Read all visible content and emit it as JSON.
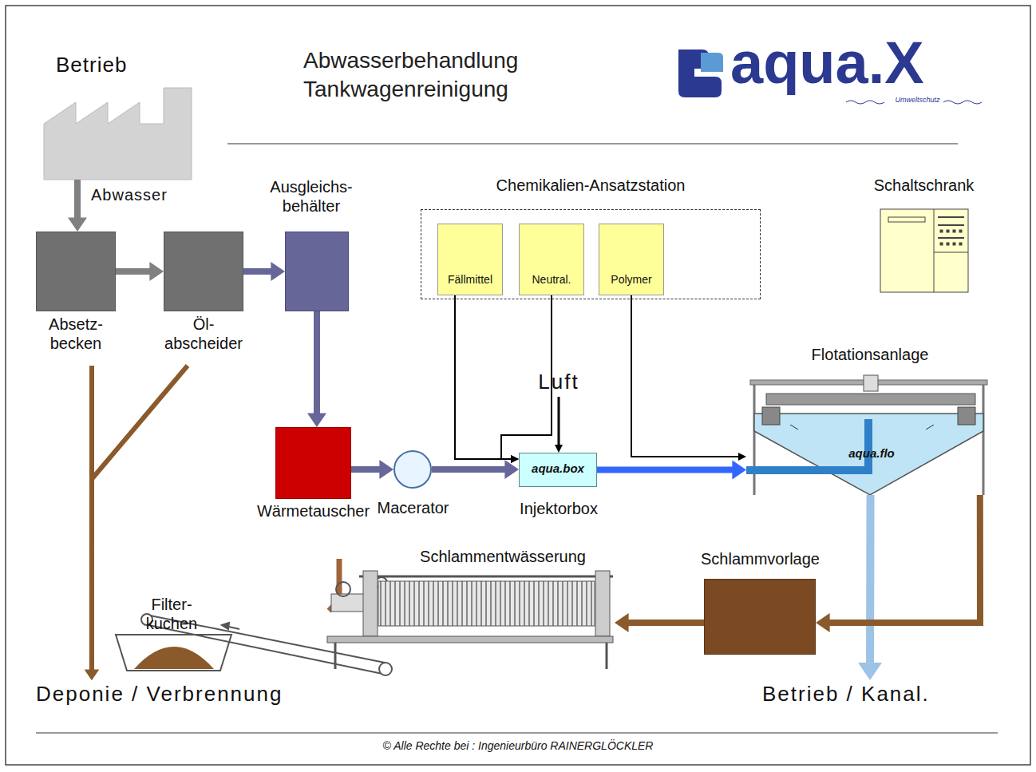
{
  "diagram": {
    "title": "Abwasserbehandlung Tankwagenreinigung",
    "caption": "© Alle Rechte bei : Ingenieurbüro RAINERGLÖCKLER",
    "nodes": [
      {
        "text": [
          "Betrieb"
        ]
      },
      {
        "text": [
          "Absetz- becken"
        ]
      },
      {
        "text": [
          "Öl- abscheider"
        ]
      },
      {
        "text": [
          "Ausgleichs- behälter"
        ]
      },
      {
        "text": [
          "Chemikalien-Ansatzstation"
        ]
      },
      {
        "text": [
          "Fällmittel"
        ],
        "in": 4
      },
      {
        "text": [
          "Neutral."
        ],
        "in": 4
      },
      {
        "text": [
          "Polymer"
        ],
        "in": 4
      },
      {
        "text": [
          "Schaltschrank"
        ]
      },
      {
        "text": [
          "Wärmetauscher"
        ]
      },
      {
        "text": [
          "Macerator"
        ]
      },
      {
        "text": [
          "aqua.box",
          "Injektorbox"
        ]
      },
      {
        "text": [
          "Flotationsanlage",
          "aqua.flo"
        ]
      },
      {
        "text": [
          "Schlammvorlage"
        ]
      },
      {
        "text": [
          "Schlammentwässerung"
        ]
      },
      {
        "text": [
          "Filter- kuchen"
        ]
      },
      {
        "text": [
          "Deponie / Verbrennung"
        ]
      },
      {
        "text": [
          "Betrieb / Kanal."
        ]
      },
      {
        "text": [
          "Luft"
        ]
      }
    ],
    "edges": [
      {
        "from": 0,
        "to": 1,
        "arrow": "to",
        "label": "Abwasser"
      },
      {
        "from": 1,
        "to": 2,
        "arrow": "to"
      },
      {
        "from": 2,
        "to": 3,
        "arrow": "to"
      },
      {
        "from": 3,
        "to": 9,
        "arrow": "to"
      },
      {
        "from": 9,
        "to": 10,
        "arrow": "to"
      },
      {
        "from": 10,
        "to": 11,
        "arrow": "to"
      },
      {
        "from": 5,
        "to": 11,
        "arrow": "to"
      },
      {
        "from": 6,
        "to": 11,
        "arrow": "to"
      },
      {
        "from": 18,
        "to": 11,
        "arrow": "to"
      },
      {
        "from": 11,
        "to": 12,
        "arrow": "to"
      },
      {
        "from": 7,
        "to": 12,
        "arrow": "to"
      },
      {
        "from": 1,
        "to": 16,
        "arrow": "to"
      },
      {
        "from": 2,
        "to": 16,
        "arrow": "to"
      },
      {
        "from": 12,
        "to": 17,
        "arrow": "to"
      },
      {
        "from": 12,
        "to": 13,
        "arrow": "to"
      },
      {
        "from": 13,
        "to": 14,
        "arrow": "to"
      }
    ],
    "labels": [
      "aqua.X",
      "Umweltschutz"
    ]
  }
}
